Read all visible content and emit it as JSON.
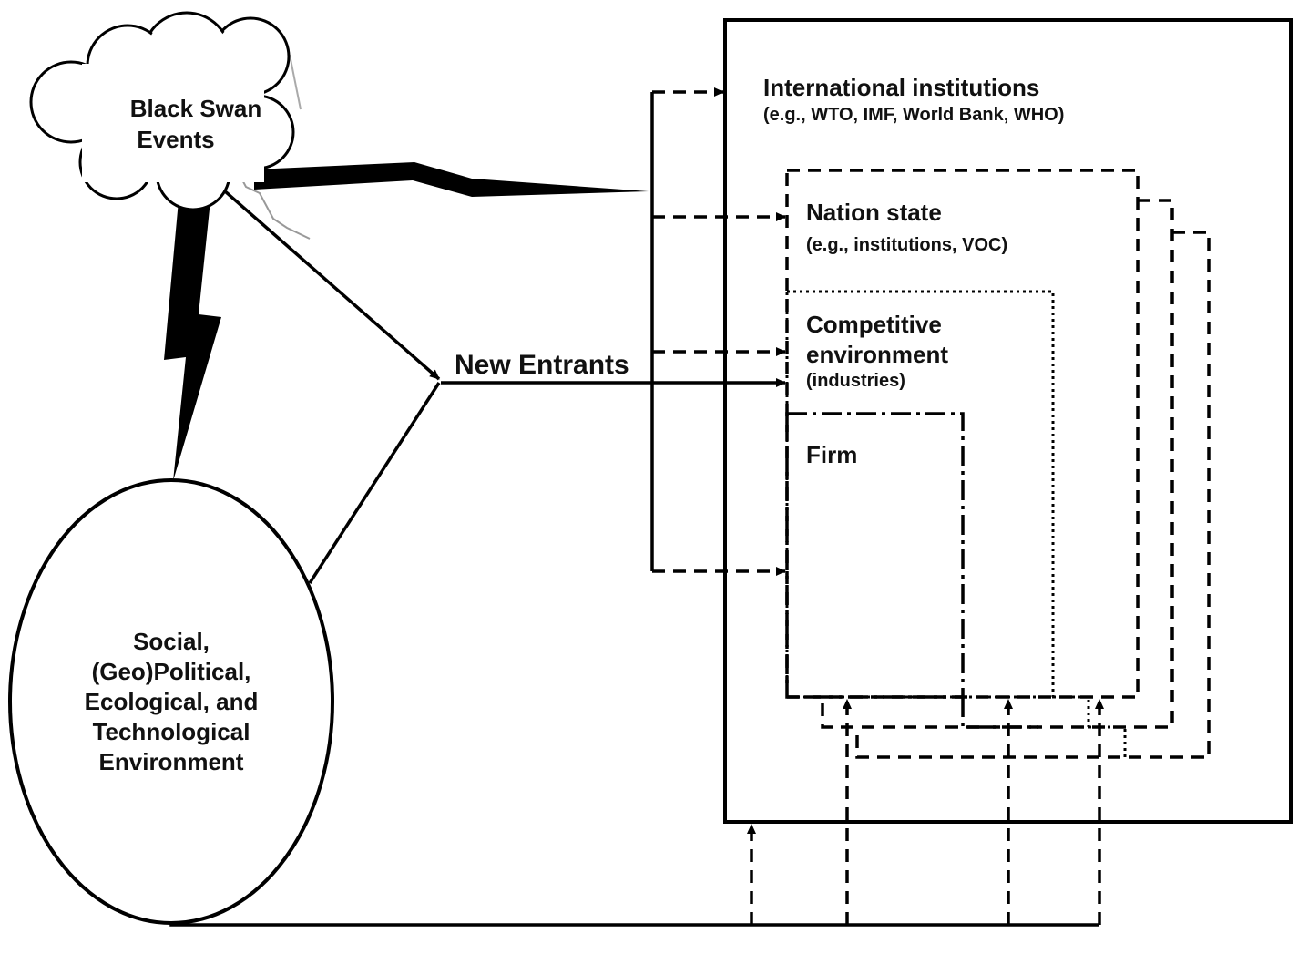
{
  "black_swan": {
    "line1": "Black Swan",
    "line2": "Events"
  },
  "environment": {
    "lines": [
      "Social,",
      "(Geo)Political,",
      "Ecological, and",
      "Technological",
      "Environment"
    ]
  },
  "new_entrants": "New Entrants",
  "international": {
    "title": "International institutions",
    "examples": "(e.g., WTO, IMF, World Bank, WHO)"
  },
  "nation_state": {
    "title": "Nation state",
    "examples": "(e.g., institutions,  VOC)"
  },
  "competitive": {
    "line1": "Competitive",
    "line2": "environment",
    "examples": "(industries)"
  },
  "firm": {
    "title": "Firm"
  },
  "colors": {
    "ink": "#000000",
    "cloud_fill": "#ffffff"
  }
}
